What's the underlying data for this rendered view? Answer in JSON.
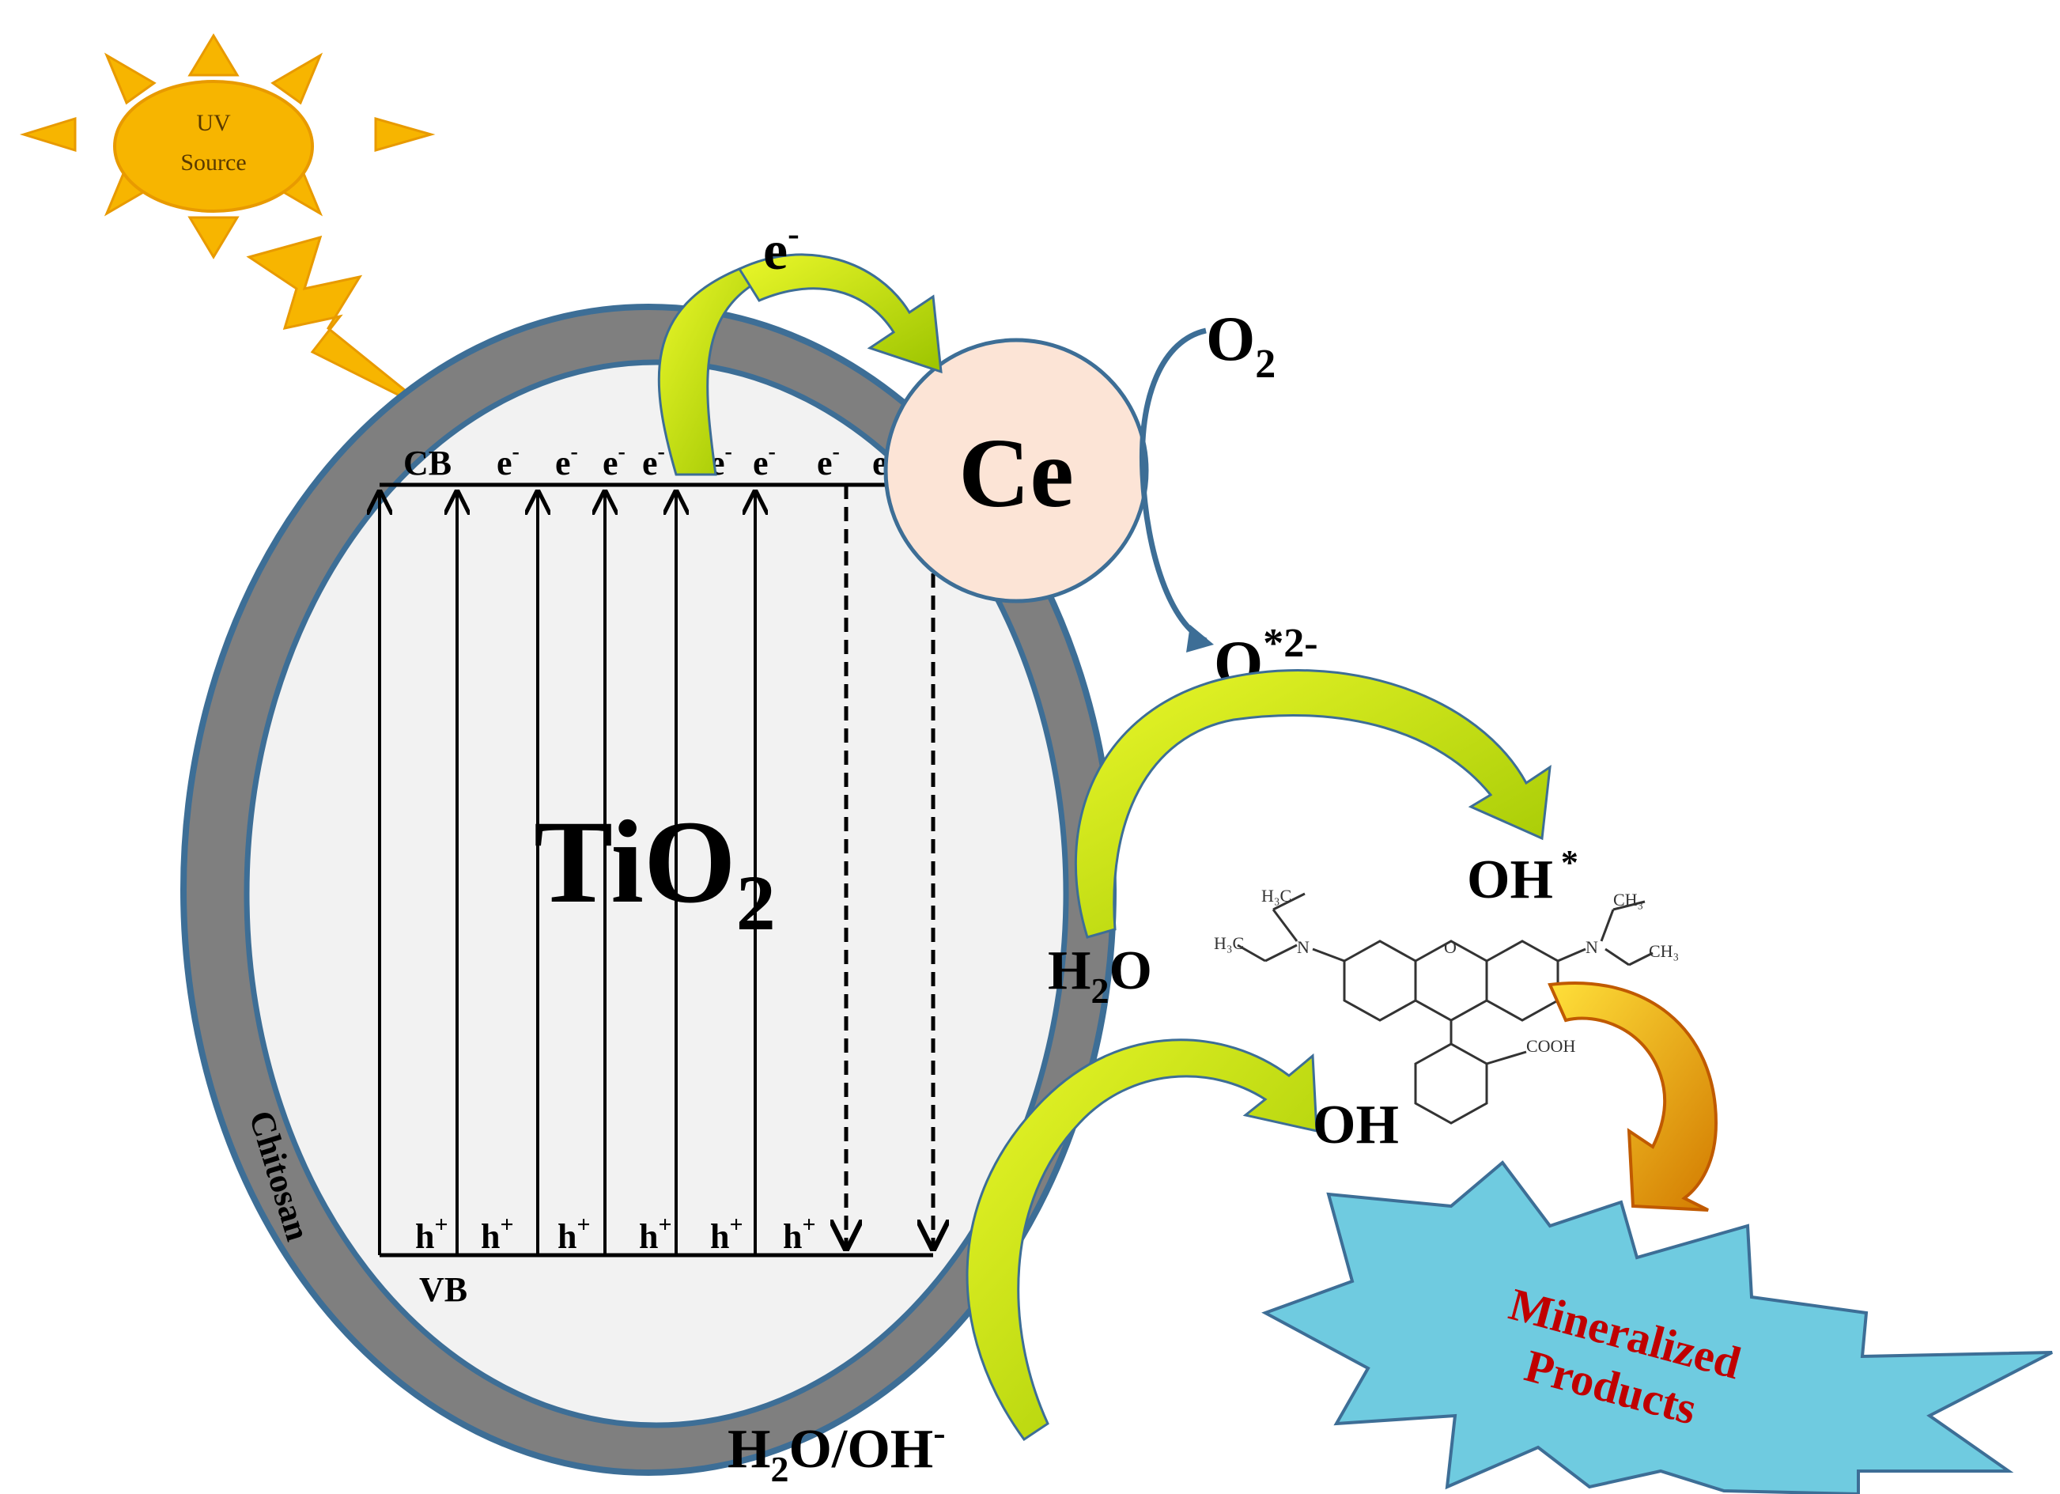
{
  "sun": {
    "line1": "UV",
    "line2": "Source",
    "color": "#F7B500",
    "stroke": "#E89A00"
  },
  "particle": {
    "core_label": "TiO",
    "core_subscript": "2",
    "shell_label": "Chitosan",
    "shell_color": "#7F7F7F",
    "outline_color": "#3D6E96",
    "core_fill": "#F2F2F2"
  },
  "bands": {
    "cb_label": "CB",
    "vb_label": "VB",
    "electron_labels": [
      "e",
      "e",
      "e",
      "e",
      "e",
      "e",
      "e",
      "e"
    ],
    "electron_superscript": "-",
    "hole_labels": [
      "h",
      "h",
      "h",
      "h",
      "h",
      "h"
    ],
    "hole_superscript": "+"
  },
  "cerium": {
    "label": "Ce",
    "fill": "#FCE4D6"
  },
  "species": {
    "electron_top": "e",
    "electron_top_sup": "-",
    "oxygen": "O",
    "oxygen_sub": "2",
    "superoxide": "O",
    "superoxide_sup": "*2-",
    "hydroxyl_radical": "OH",
    "hydroxyl_radical_sup": "*",
    "water": "H",
    "water_sub": "2",
    "water_rest": "O",
    "hydroxyl": "OH",
    "water_hydroxide": "H",
    "water_hydroxide_sub": "2",
    "water_hydroxide_rest": "O/OH",
    "water_hydroxide_sup": "-"
  },
  "dye_labels": {
    "h3c_top": "H₃C",
    "ch3_top": "CH₃",
    "ring_o": "O",
    "n_left": "N",
    "n_right": "N",
    "cooh": "COOH",
    "h3c_left": "H₃C",
    "ch3_right": "CH₃"
  },
  "product": {
    "line1": "Mineralized",
    "line2": "Products",
    "fill": "#6FCBE0",
    "text_color": "#C00000"
  },
  "arrow_colors": {
    "green_light": "#E6F51E",
    "green_dark": "#8DB600",
    "orange_light": "#FFD21E",
    "orange_dark": "#C05A00"
  }
}
